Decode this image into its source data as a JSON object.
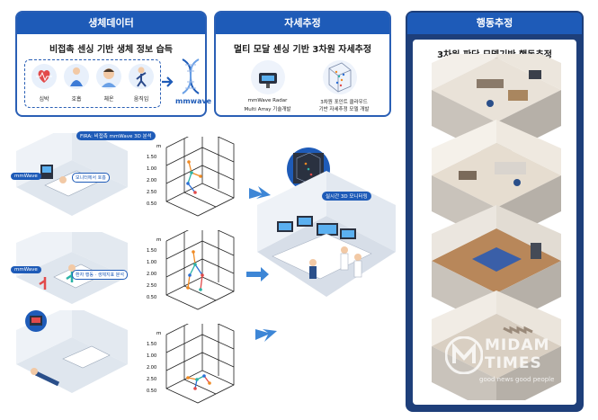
{
  "panels": {
    "bio": {
      "header": "생체데이터",
      "subtitle": "비접촉 센싱 기반 생체 정보 습득",
      "items": [
        "심박",
        "호흡",
        "체온",
        "움직임"
      ],
      "tag": "mmwave"
    },
    "pose": {
      "header": "자세추정",
      "subtitle": "멀티 모달 센싱 기반 3차원 자세추정",
      "caption_left_1": "mmWave Radar",
      "caption_left_2": "Multi Array 기술개발",
      "caption_right_1": "3차원 포인트 클라우드",
      "caption_right_2": "기반 자세추정 모델 개발"
    },
    "behavior": {
      "header": "행동추정",
      "subtitle": "3차원 판단 모델기반 행동추정"
    }
  },
  "scenes": {
    "fira_label": "FIRA: 비접촉 mmWave 3D 분석",
    "mmwave_1": "mmWave",
    "mmwave_2": "mmWave",
    "bubble_1": "모니터에서 호흡",
    "bubble_2": "환자 행동 · 생체지표 분석",
    "monitoring_label": "실시간 3D 모니터링"
  },
  "axis_ticks": [
    "1.50",
    "1.00",
    "2.00",
    "2.50",
    "0.50"
  ],
  "axis_unit": "m",
  "watermark": {
    "brand_line1": "MIDAM",
    "brand_line2": "TIMES",
    "tagline": "good news good people"
  },
  "colors": {
    "primary": "#1e5bb8",
    "panel_border": "#2a5fb5",
    "orange": "#f08a24",
    "teal": "#2bb3a6"
  }
}
